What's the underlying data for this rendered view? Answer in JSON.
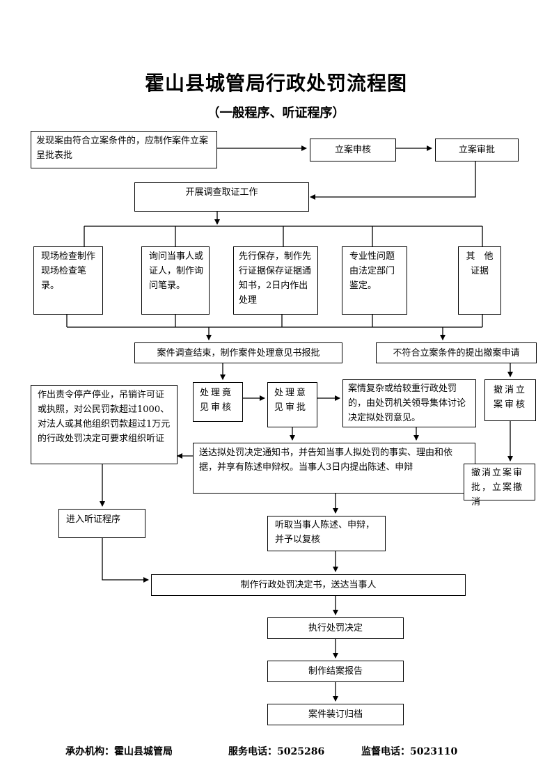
{
  "title": "霍山县城管局行政处罚流程图",
  "subtitle": "（一般程序、听证程序）",
  "nodes": {
    "discover": "发现案由符合立案条件的，应制作案件立案呈批表批",
    "review": "立案申核",
    "approve": "立案审批",
    "investigate": "开展调查取证工作",
    "onsite": "现场检查制作现场检查笔录。",
    "inquiry": "询问当事人或证人，制作询问笔录。",
    "preserve": "先行保存，制作先行证据保存证据通知书，2日内作出处理",
    "expert": "专业性问题由法定部门鉴定。",
    "other": "其　他证据",
    "end_investigation": "案件调查结束，制作案件处理意见书报批",
    "withdraw_apply": "不符合立案条件的提出撤案申请",
    "opinion_review": "处理竟见审核",
    "opinion_approve": "处理意见审批",
    "collective": "案情复杂或给较重行政处罚的，由处罚机关领导集体讨论决定拟处罚意见。",
    "withdraw_review": "撤消立案审核",
    "hearing_right": "作出责令停产停业，吊销许可证或执照，对公民罚款超过1000、对法人或其他组织罚款超过1万元的行政处罚决定可要求组织听证",
    "notify": "送达拟处罚决定通知书，并告知当事人拟处罚的事实、理由和依据，并享有陈述申辩权。当事人3日内提出陈述、申辩",
    "withdraw_approve": "撤消立案审批，立案撤消",
    "enter_hearing": "进入听证程序",
    "listen": "听取当事人陈述、申辩，并予以复核",
    "decision": "制作行政处罚决定书，送达当事人",
    "execute": "执行处罚决定",
    "report": "制作结案报告",
    "archive": "案件装订归档"
  },
  "footer": {
    "org": "承办机构：霍山县城管局",
    "service": "服务电话：5025286",
    "supervise": "监督电话：5023110"
  }
}
